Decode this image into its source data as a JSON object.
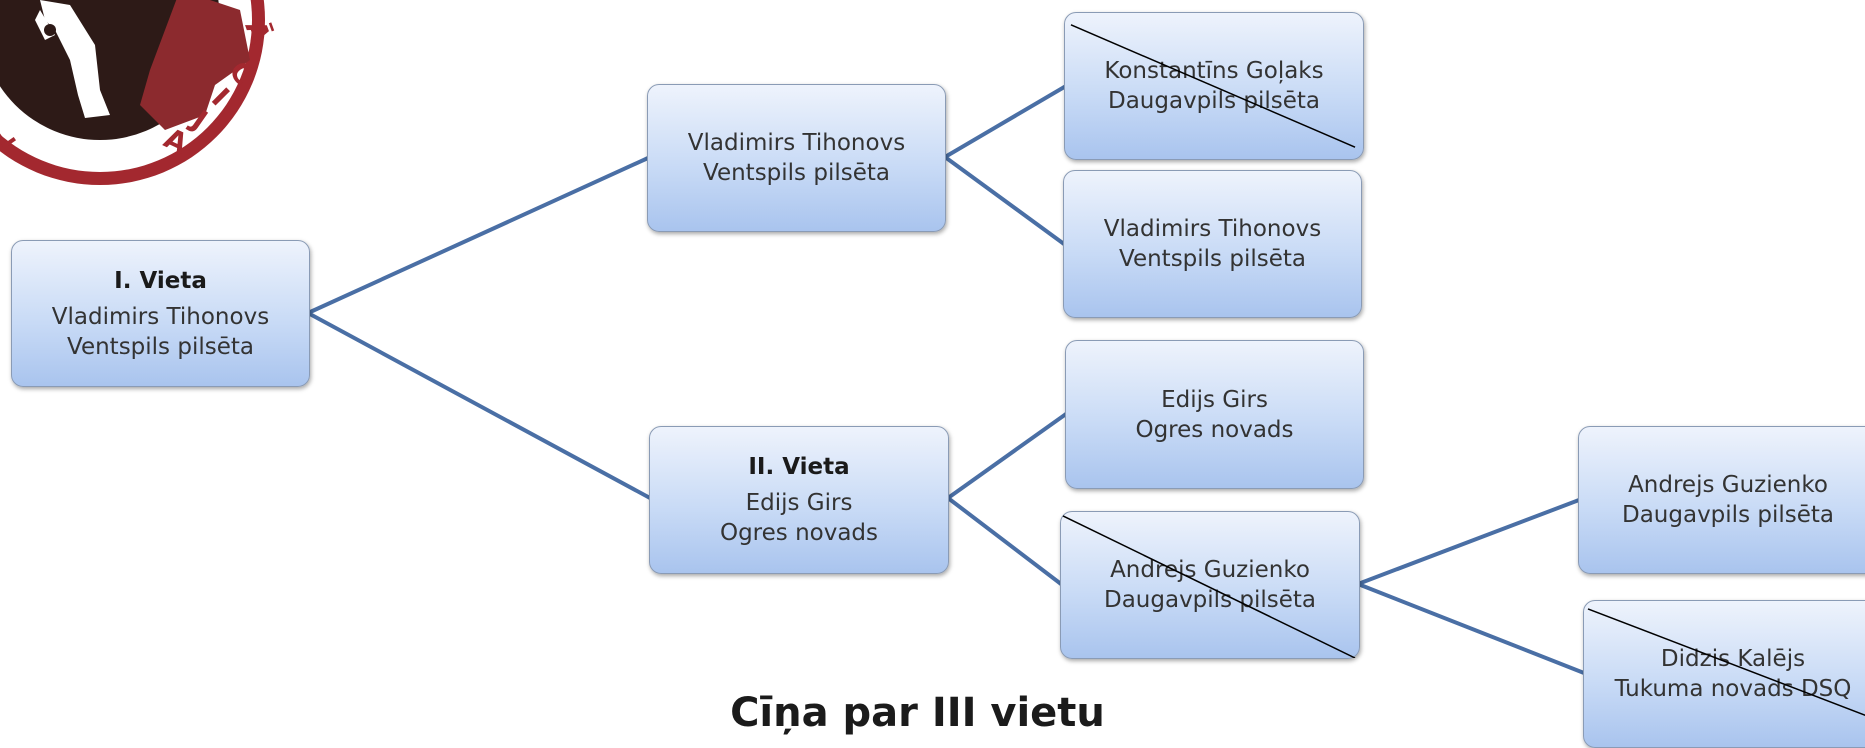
{
  "logo": {
    "arc_letters": [
      "L",
      "A",
      "Ā",
      "C",
      "I",
      "J",
      "A"
    ],
    "colors": {
      "ring": "#a3282f",
      "fill": "#2d1a17",
      "inner": "#8c2a2e"
    }
  },
  "boxes": {
    "winner": {
      "title": "I. Vieta",
      "name": "Vladimirs Tihonovs",
      "team": "Ventspils pilsēta"
    },
    "semi_top": {
      "name": "Vladimirs Tihonovs",
      "team": "Ventspils pilsēta"
    },
    "runner_up": {
      "title": "II. Vieta",
      "name": "Edijs Girs",
      "team": "Ogres novads"
    },
    "q1": {
      "name": "Konstantīns Goļaks",
      "team": "Daugavpils pilsēta"
    },
    "q2": {
      "name": "Vladimirs Tihonovs",
      "team": "Ventspils pilsēta"
    },
    "q3": {
      "name": "Edijs Girs",
      "team": "Ogres novads"
    },
    "q4": {
      "name": "Andrejs Guzienko",
      "team": "Daugavpils pilsēta"
    },
    "r1": {
      "name": "Andrejs Guzienko",
      "team": "Daugavpils pilsēta"
    },
    "r2": {
      "name": "Didzis Kalējs",
      "team": "Tukuma novads DSQ"
    }
  },
  "footer": {
    "title": "Cīņa par III vietu"
  },
  "colors": {
    "connector": "#4a6fa5",
    "strike": "#000000"
  }
}
